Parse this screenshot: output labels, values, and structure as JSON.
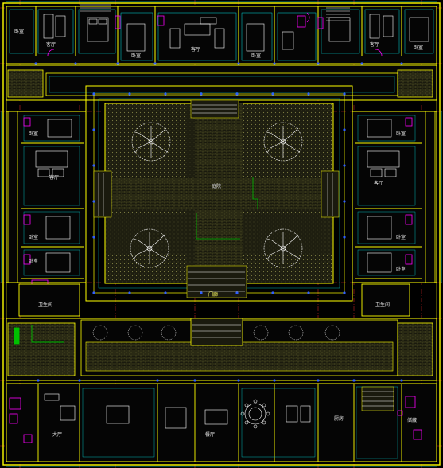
{
  "colors": {
    "background": "#000000",
    "wall": "#ffff00",
    "axis": "#ff3030",
    "dimension": "#00ffff",
    "furniture": "#ffffff",
    "door": "#ff00ff",
    "garden_fill": "#2a2a12",
    "tree": "#ffffff",
    "grass": "#00c000",
    "column": "#3060ff"
  },
  "icons": [
    "tree-symbol-icon",
    "round-table-icon",
    "sofa-set-icon",
    "bed-icon",
    "stair-icon"
  ],
  "labels": {
    "north_left_room": "卧室",
    "north_left_living": "客厅",
    "north_mid_left": "卧室",
    "north_hall": "客厅",
    "north_mid_right": "卧室",
    "north_right_living": "客厅",
    "north_right_room": "卧室",
    "west_top": "卧室",
    "west_mid": "客厅",
    "west_low1": "卧室",
    "west_low2": "卧室",
    "west_bottom": "卫生间",
    "east_top": "卧室",
    "east_mid": "客厅",
    "east_low1": "卧室",
    "east_low2": "卧室",
    "east_bottom": "卫生间",
    "courtyard": "庭院",
    "south_entry": "门廊",
    "south_hall": "大厅",
    "south_dining": "餐厅",
    "south_kitchen": "厨房",
    "south_right": "储藏"
  }
}
